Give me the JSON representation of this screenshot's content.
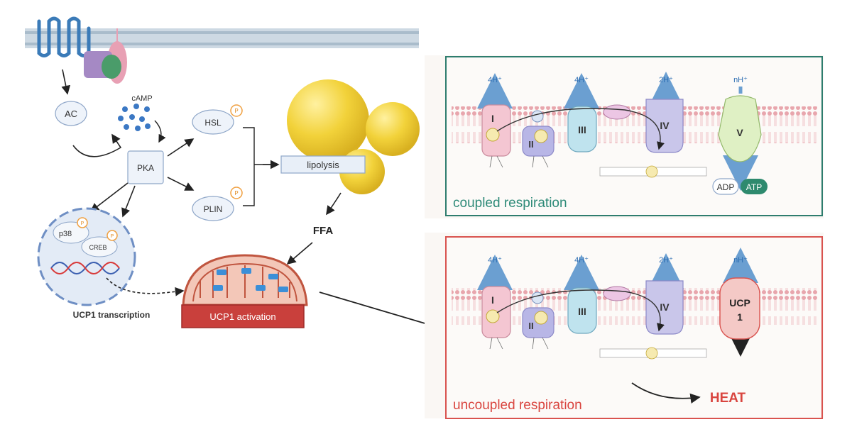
{
  "signaling": {
    "ac": "AC",
    "camp": "cAMP",
    "pka": "PKA",
    "hsl": "HSL",
    "plin": "PLIN",
    "p38": "p38",
    "creb": "CREB",
    "phospho": "P",
    "lipolysis": "lipolysis",
    "ffa": "FFA",
    "ucp1_transcription": "UCP1 transcription",
    "ucp1_activation": "UCP1 activation"
  },
  "coupled": {
    "caption": "coupled respiration",
    "protons": [
      "4H⁺",
      "4H⁺",
      "2H⁺",
      "nH⁺"
    ],
    "complexes": [
      "I",
      "II",
      "III",
      "IV",
      "V"
    ],
    "adp": "ADP",
    "atp": "ATP"
  },
  "uncoupled": {
    "caption": "uncoupled respiration",
    "protons": [
      "4H⁺",
      "4H⁺",
      "2H⁺",
      "nH⁺"
    ],
    "complexes": [
      "I",
      "II",
      "III",
      "IV"
    ],
    "ucp_line1": "UCP",
    "ucp_line2": "1",
    "heat": "HEAT"
  },
  "colors": {
    "coupled_border": "#2e7d6e",
    "coupled_caption": "#2e8a78",
    "uncoupled_border": "#d9534f",
    "uncoupled_caption": "#d9453f",
    "proton_arrow": "#6b9fd1",
    "atp_fill": "#2e8a6e"
  }
}
